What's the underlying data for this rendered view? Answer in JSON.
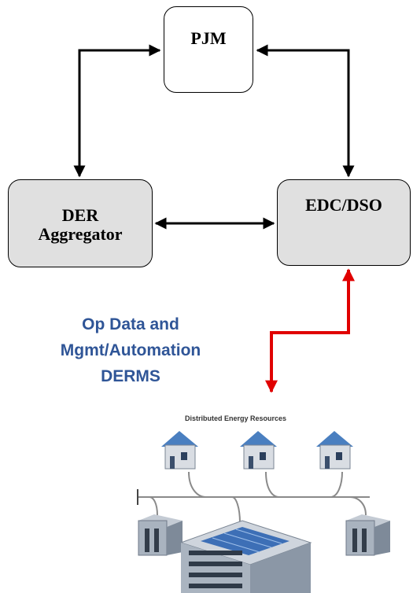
{
  "nodes": {
    "pjm": "PJM",
    "der_aggregator": "DER\nAggregator",
    "edc_dso": "EDC/DSO"
  },
  "annotation": "Op Data and\nMgmt/Automation\nDERMS",
  "illustration": {
    "title": "Distributed Energy Resources"
  },
  "colors": {
    "arrow_black": "#000000",
    "arrow_red": "#e00000",
    "label_blue": "#2f5597",
    "box_fill": "#e0e0e0"
  }
}
